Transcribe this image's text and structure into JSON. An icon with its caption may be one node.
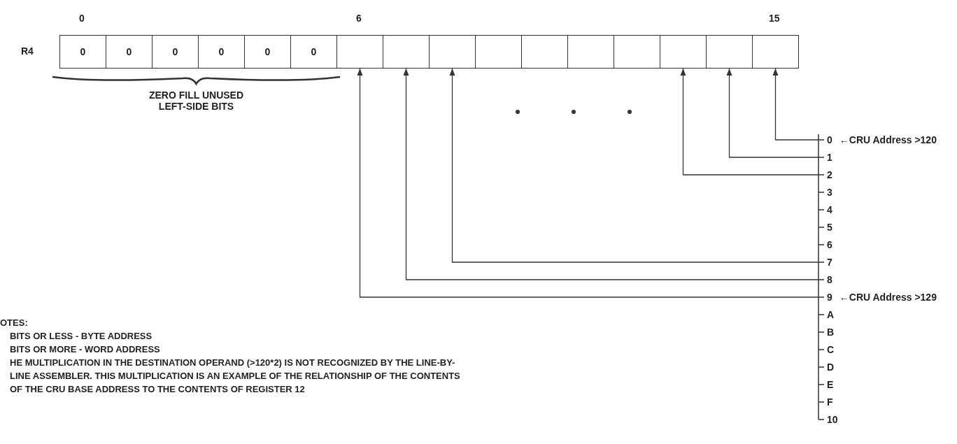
{
  "diagram": {
    "nodes": [
      {
        "text": [
          "0"
        ]
      },
      {
        "text": [
          "0"
        ]
      },
      {
        "text": [
          "0"
        ]
      },
      {
        "text": [
          "0"
        ]
      },
      {
        "text": [
          "0"
        ]
      },
      {
        "text": [
          "0"
        ]
      },
      {
        "text": [],
        "shape": "box"
      },
      {
        "text": [],
        "shape": "box"
      },
      {
        "text": [],
        "shape": "box"
      },
      {
        "text": [],
        "shape": "box"
      },
      {
        "text": [],
        "shape": "box"
      },
      {
        "text": [],
        "shape": "box"
      },
      {
        "text": [],
        "shape": "box"
      },
      {
        "text": [],
        "shape": "box"
      },
      {
        "text": [],
        "shape": "box"
      },
      {
        "text": [],
        "shape": "box"
      },
      {
        "text": [
          "0"
        ],
        "beside": [
          "←CRU Address >120"
        ]
      },
      {
        "text": [
          "1"
        ]
      },
      {
        "text": [
          "2"
        ]
      },
      {
        "text": [
          "3"
        ]
      },
      {
        "text": [
          "4"
        ]
      },
      {
        "text": [
          "5"
        ]
      },
      {
        "text": [
          "6"
        ]
      },
      {
        "text": [
          "7"
        ]
      },
      {
        "text": [
          "8"
        ]
      },
      {
        "text": [
          "9"
        ],
        "beside": [
          "←CRU Address >129"
        ]
      },
      {
        "text": [
          "A"
        ]
      },
      {
        "text": [
          "B"
        ]
      },
      {
        "text": [
          "C"
        ]
      },
      {
        "text": [
          "D"
        ]
      },
      {
        "text": [
          "E"
        ]
      },
      {
        "text": [
          "F"
        ]
      },
      {
        "text": [
          "10"
        ]
      }
    ],
    "edges": [
      {
        "from": 16,
        "to": 15,
        "arrow": "to"
      },
      {
        "from": 17,
        "to": 14,
        "arrow": "to"
      },
      {
        "from": 18,
        "to": 13,
        "arrow": "to"
      },
      {
        "from": 23,
        "to": 8,
        "arrow": "to"
      },
      {
        "from": 24,
        "to": 7,
        "arrow": "to"
      },
      {
        "from": 25,
        "to": 6,
        "arrow": "to"
      }
    ],
    "labels": [
      "0",
      "6",
      "15",
      "R4",
      "ZERO FILL UNUSED LEFT-SIDE BITS",
      "OTES:",
      "BITS OR LESS - BYTE ADDRESS",
      "BITS OR MORE - WORD ADDRESS",
      "HE MULTIPLICATION IN THE DESTINATION OPERAND (>120*2) IS NOT RECOGNIZED BY THE LINE-BY-LINE ASSEMBLER. THIS MULTIPLICATION IS AN EXAMPLE OF THE RELATIONSHIP OF THE CONTENTS OF THE CRU BASE ADDRESS TO THE CONTENTS OF REGISTER 12"
    ]
  }
}
